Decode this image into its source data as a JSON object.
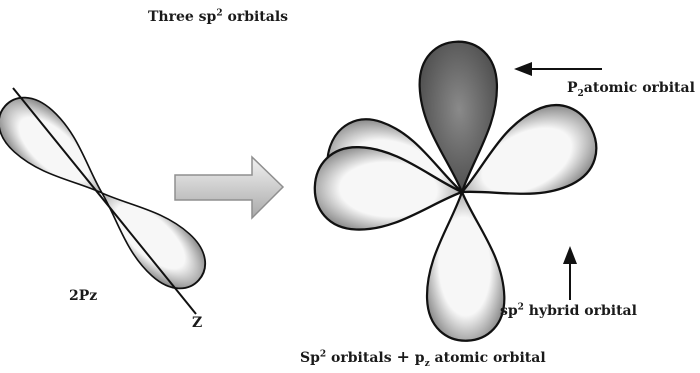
{
  "labels": {
    "title": {
      "pre": "Three sp",
      "sup": "2",
      "post": " orbitals"
    },
    "left_orbital": "2Pz",
    "axis": "Z",
    "pz_orbital": {
      "pre": "P",
      "sub": "2",
      "post": "atomic orbital"
    },
    "hybrid_orbital": {
      "pre": "sp",
      "sup": "2",
      "post": " hybrid orbital"
    },
    "caption": {
      "pre": "Sp",
      "sup": "2",
      "mid": " orbitals ",
      "plus": "+",
      "p": " p",
      "sub": "z",
      "post": " atomic orbital"
    }
  },
  "colors": {
    "outline": "#111111",
    "lobe_light": "#f7f7f7",
    "lobe_dark": "#7a7a7a",
    "pz_lobe_light": "#8a8a8a",
    "pz_lobe_dark": "#4a4a4a",
    "arrow_light": "#f2f2f2",
    "arrow_dark": "#a9a9a9"
  }
}
